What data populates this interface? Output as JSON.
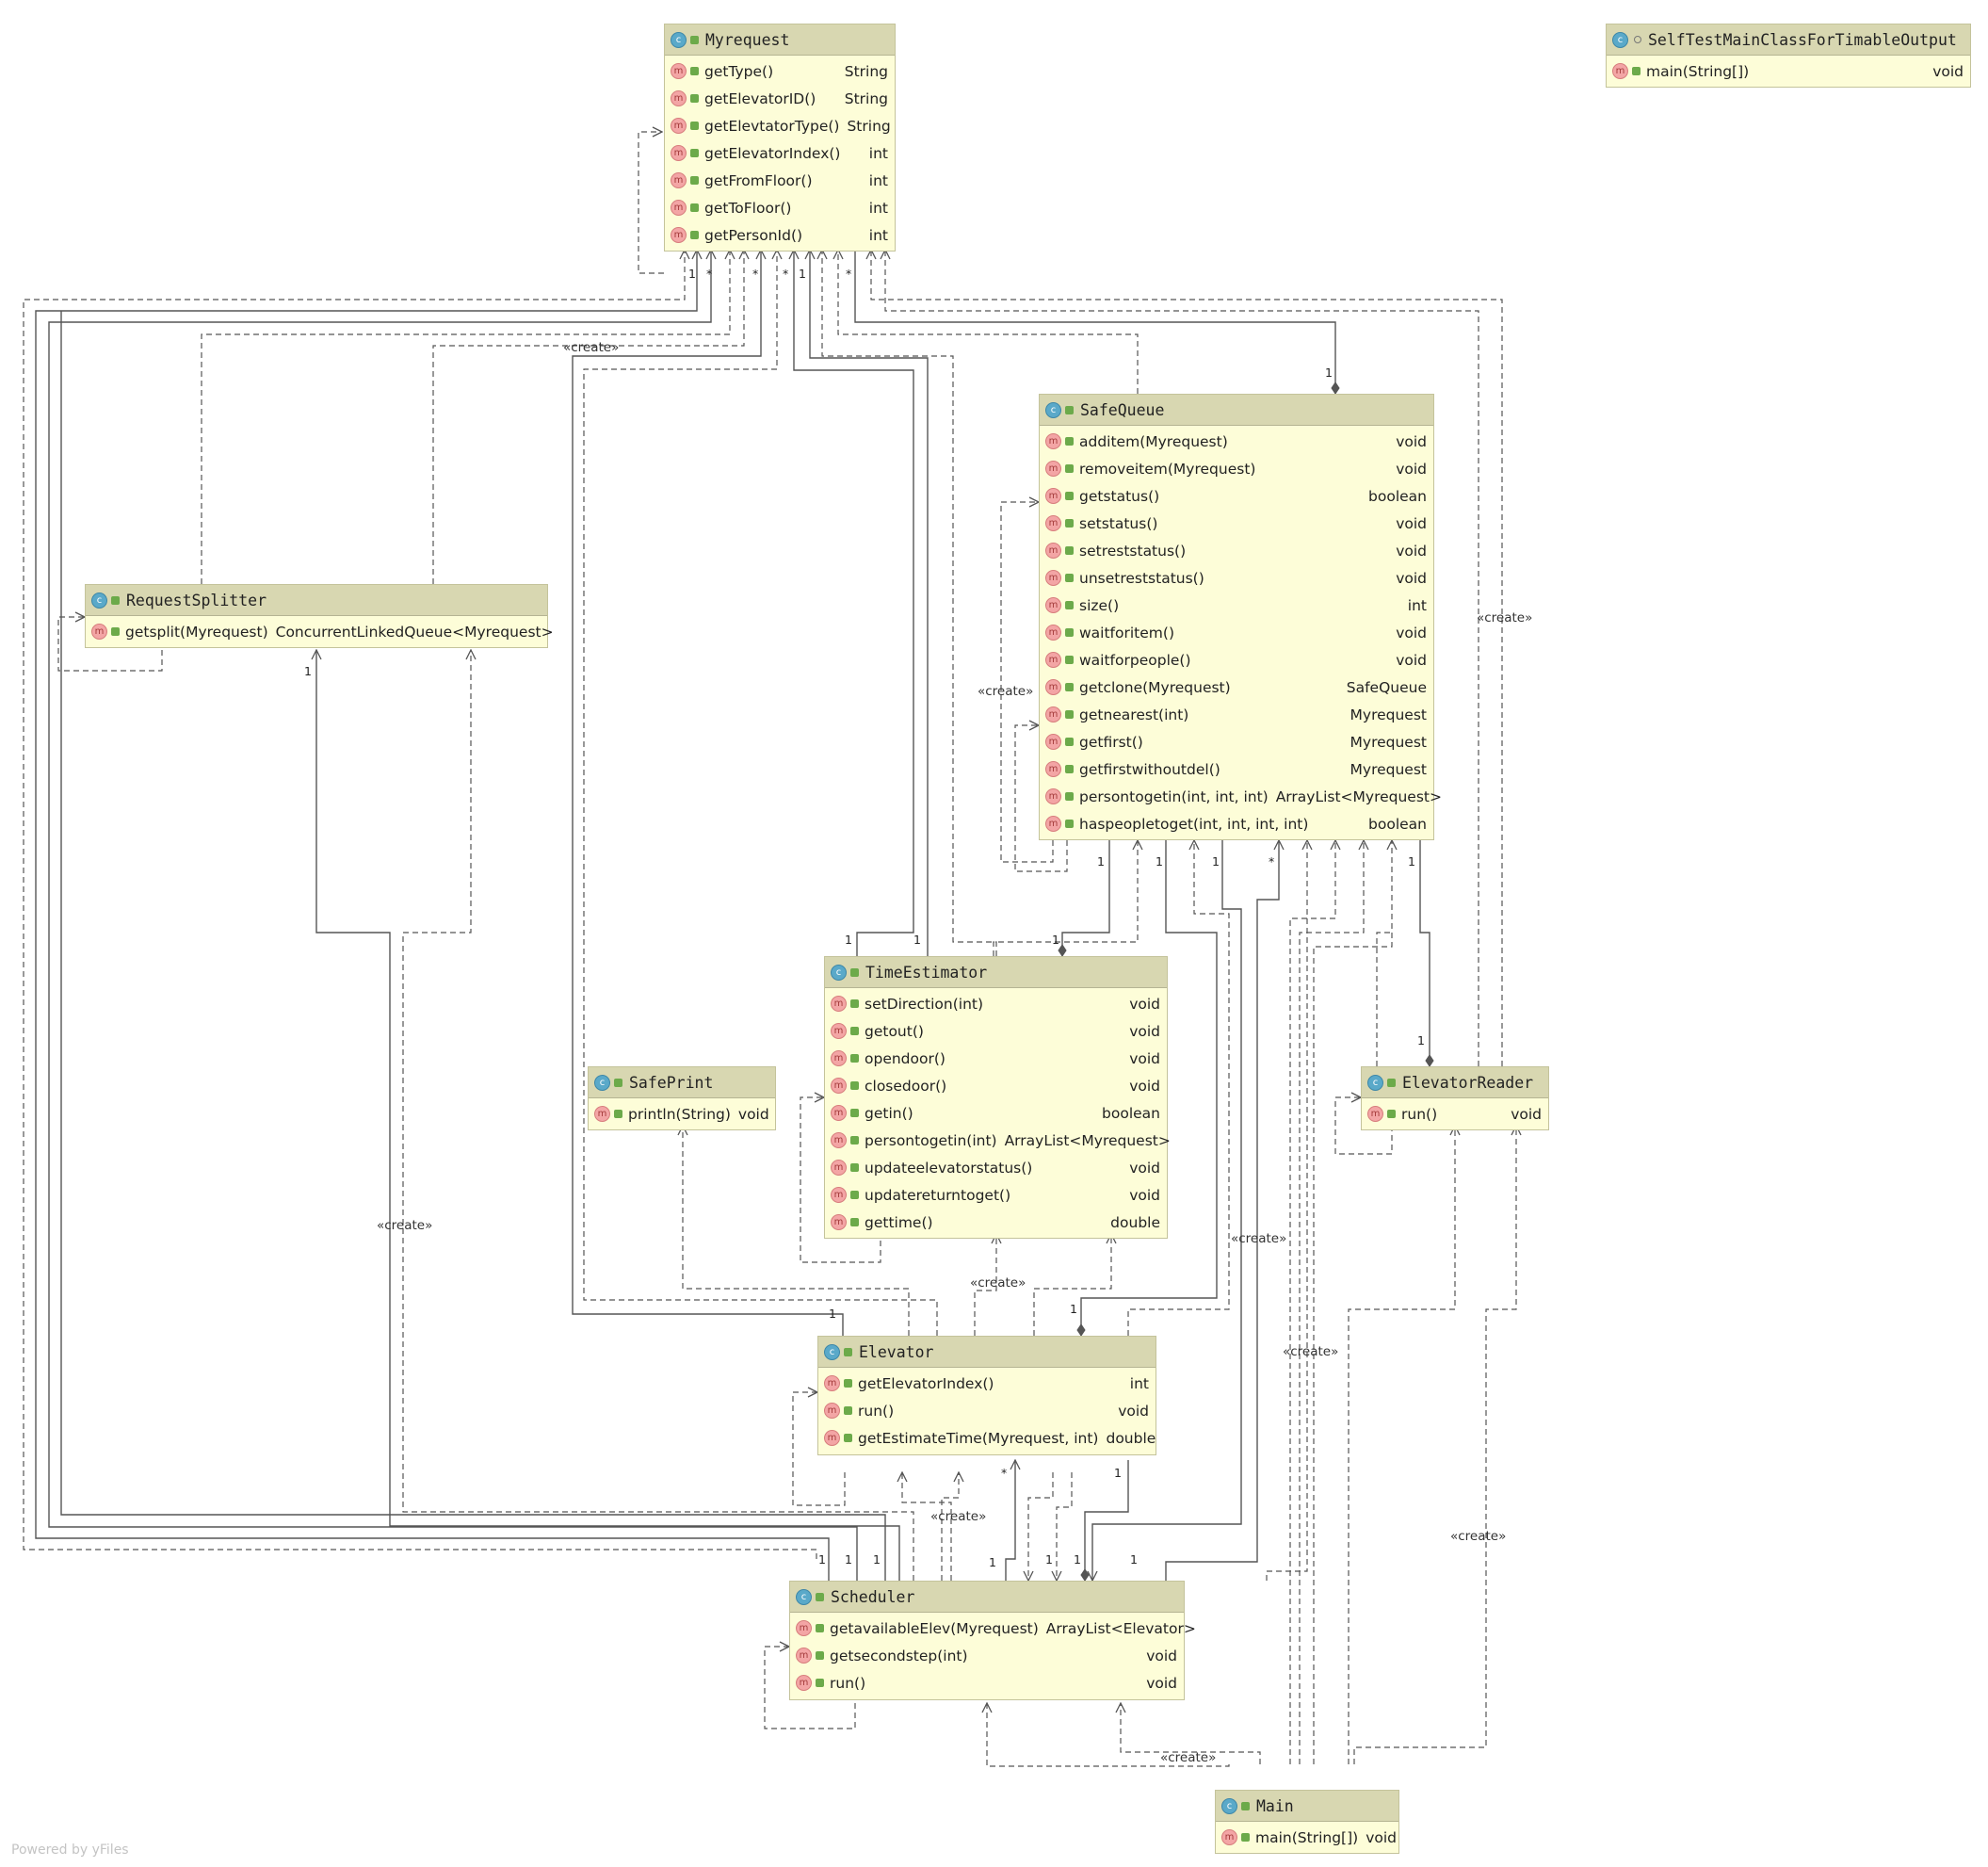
{
  "classes": {
    "myrequest": {
      "name": "Myrequest",
      "methods": [
        {
          "name": "getType()",
          "type": "String"
        },
        {
          "name": "getElevatorID()",
          "type": "String"
        },
        {
          "name": "getElevtatorType()",
          "type": "String"
        },
        {
          "name": "getElevatorIndex()",
          "type": "int"
        },
        {
          "name": "getFromFloor()",
          "type": "int"
        },
        {
          "name": "getToFloor()",
          "type": "int"
        },
        {
          "name": "getPersonId()",
          "type": "int"
        }
      ]
    },
    "selftest": {
      "name": "SelfTestMainClassForTimableOutput",
      "methods": [
        {
          "name": "main(String[])",
          "type": "void"
        }
      ]
    },
    "safequeue": {
      "name": "SafeQueue",
      "methods": [
        {
          "name": "additem(Myrequest)",
          "type": "void"
        },
        {
          "name": "removeitem(Myrequest)",
          "type": "void"
        },
        {
          "name": "getstatus()",
          "type": "boolean"
        },
        {
          "name": "setstatus()",
          "type": "void"
        },
        {
          "name": "setreststatus()",
          "type": "void"
        },
        {
          "name": "unsetreststatus()",
          "type": "void"
        },
        {
          "name": "size()",
          "type": "int"
        },
        {
          "name": "waitforitem()",
          "type": "void"
        },
        {
          "name": "waitforpeople()",
          "type": "void"
        },
        {
          "name": "getclone(Myrequest)",
          "type": "SafeQueue"
        },
        {
          "name": "getnearest(int)",
          "type": "Myrequest"
        },
        {
          "name": "getfirst()",
          "type": "Myrequest"
        },
        {
          "name": "getfirstwithoutdel()",
          "type": "Myrequest"
        },
        {
          "name": "persontogetin(int, int, int)",
          "type": "ArrayList<Myrequest>"
        },
        {
          "name": "haspeopletoget(int, int, int, int)",
          "type": "boolean"
        }
      ]
    },
    "requestsplitter": {
      "name": "RequestSplitter",
      "methods": [
        {
          "name": "getsplit(Myrequest)",
          "type": "ConcurrentLinkedQueue<Myrequest>"
        }
      ]
    },
    "timeestimator": {
      "name": "TimeEstimator",
      "methods": [
        {
          "name": "setDirection(int)",
          "type": "void"
        },
        {
          "name": "getout()",
          "type": "void"
        },
        {
          "name": "opendoor()",
          "type": "void"
        },
        {
          "name": "closedoor()",
          "type": "void"
        },
        {
          "name": "getin()",
          "type": "boolean"
        },
        {
          "name": "persontogetin(int)",
          "type": "ArrayList<Myrequest>"
        },
        {
          "name": "updateelevatorstatus()",
          "type": "void"
        },
        {
          "name": "updatereturntoget()",
          "type": "void"
        },
        {
          "name": "gettime()",
          "type": "double"
        }
      ]
    },
    "safeprint": {
      "name": "SafePrint",
      "methods": [
        {
          "name": "println(String)",
          "type": "void"
        }
      ]
    },
    "elevatorreader": {
      "name": "ElevatorReader",
      "methods": [
        {
          "name": "run()",
          "type": "void"
        }
      ]
    },
    "elevator": {
      "name": "Elevator",
      "methods": [
        {
          "name": "getElevatorIndex()",
          "type": "int"
        },
        {
          "name": "run()",
          "type": "void"
        },
        {
          "name": "getEstimateTime(Myrequest, int)",
          "type": "double"
        }
      ]
    },
    "scheduler": {
      "name": "Scheduler",
      "methods": [
        {
          "name": "getavailableElev(Myrequest)",
          "type": "ArrayList<Elevator>"
        },
        {
          "name": "getsecondstep(int)",
          "type": "void"
        },
        {
          "name": "run()",
          "type": "void"
        }
      ]
    },
    "main": {
      "name": "Main",
      "methods": [
        {
          "name": "main(String[])",
          "type": "void"
        }
      ]
    }
  },
  "badges": {
    "class_letter": "c",
    "method_letter": "m"
  },
  "edge_labels": {
    "create": "«create»"
  },
  "multiplicities": {
    "one": "1",
    "many": "*"
  },
  "footer": "Powered by yFiles",
  "colors": {
    "class_fill": "#fdfdd8",
    "header_fill": "#d8d7b1",
    "edge_stroke": "#555555"
  }
}
